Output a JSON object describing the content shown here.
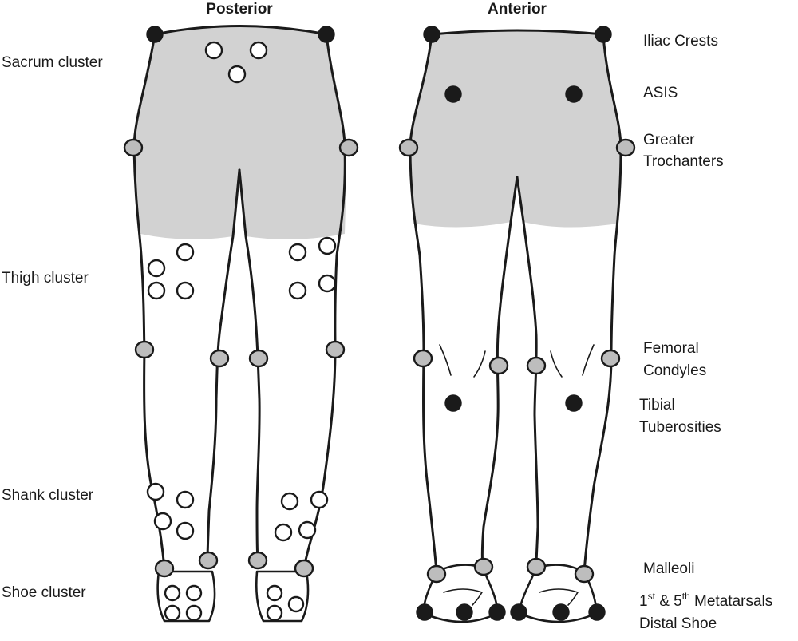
{
  "headings": {
    "posterior": "Posterior",
    "anterior": "Anterior"
  },
  "left_labels": {
    "sacrum": "Sacrum cluster",
    "thigh": "Thigh cluster",
    "shank": "Shank cluster",
    "shoe": "Shoe cluster"
  },
  "right_labels": {
    "iliac": "Iliac Crests",
    "asis": "ASIS",
    "greater_1": "Greater",
    "greater_2": "Trochanters",
    "femoral_1": "Femoral",
    "femoral_2": "Condyles",
    "tibial_1": "Tibial",
    "tibial_2": "Tuberosities",
    "malleoli": "Malleoli",
    "meta_1": "1",
    "meta_st": "st",
    "meta_mid": " & 5",
    "meta_th": "th",
    "meta_end": " Metatarsals",
    "distal": "Distal Shoe"
  },
  "marker_colors": {
    "cluster": "#ffffff",
    "anatomical": "#bdbdbd",
    "landmark": "#1a1a1a"
  },
  "shorts_color": "#d2d2d2"
}
